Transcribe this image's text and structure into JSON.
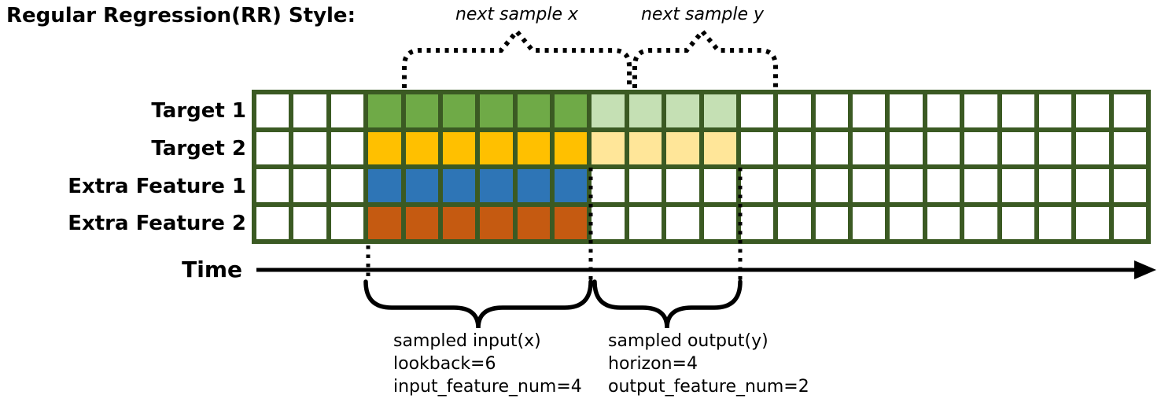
{
  "title": "Regular Regression(RR) Style:",
  "labels": {
    "next_sample_x": "next sample x",
    "next_sample_y": "next sample y",
    "time": "Time"
  },
  "rows": [
    {
      "label": "Target 1",
      "solid_color": "#6FAA47",
      "light_color": "#C5E0B4"
    },
    {
      "label": "Target 2",
      "solid_color": "#FFC000",
      "light_color": "#FFE699"
    },
    {
      "label": "Extra Feature 1",
      "solid_color": "#2E75B6",
      "light_color": null
    },
    {
      "label": "Extra Feature 2",
      "solid_color": "#C55A11",
      "light_color": null
    }
  ],
  "grid": {
    "num_columns": 24,
    "num_rows": 4,
    "input_start_col": 3,
    "lookback": 6,
    "horizon": 4,
    "border_color": "#3B5A23",
    "empty_cell_color": "#FFFFFF"
  },
  "annotations": {
    "input": {
      "lines": [
        "sampled input(x)",
        "lookback=6",
        "input_feature_num=4"
      ]
    },
    "output": {
      "lines": [
        "sampled output(y)",
        "horizon=4",
        "output_feature_num=2"
      ]
    }
  },
  "colors": {
    "stroke": "#000000"
  }
}
